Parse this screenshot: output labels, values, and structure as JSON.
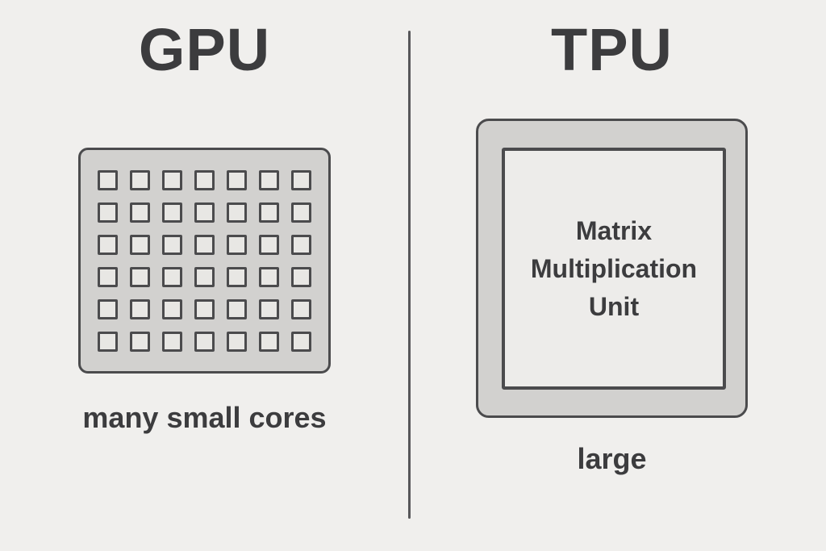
{
  "gpu": {
    "title": "GPU",
    "caption": "many small cores",
    "grid": {
      "rows": 6,
      "cols": 7
    }
  },
  "tpu": {
    "title": "TPU",
    "caption": "large",
    "unit_label_lines": [
      "Matrix",
      "Multiplication",
      "Unit"
    ]
  },
  "colors": {
    "bg": "#f0efed",
    "chip-fill": "#d2d1cf",
    "cell-fill": "#e8e7e4",
    "inner-fill": "#edecea",
    "stroke": "#4b4b4d",
    "ink": "#3c3c3e",
    "divider": "#57575a"
  }
}
